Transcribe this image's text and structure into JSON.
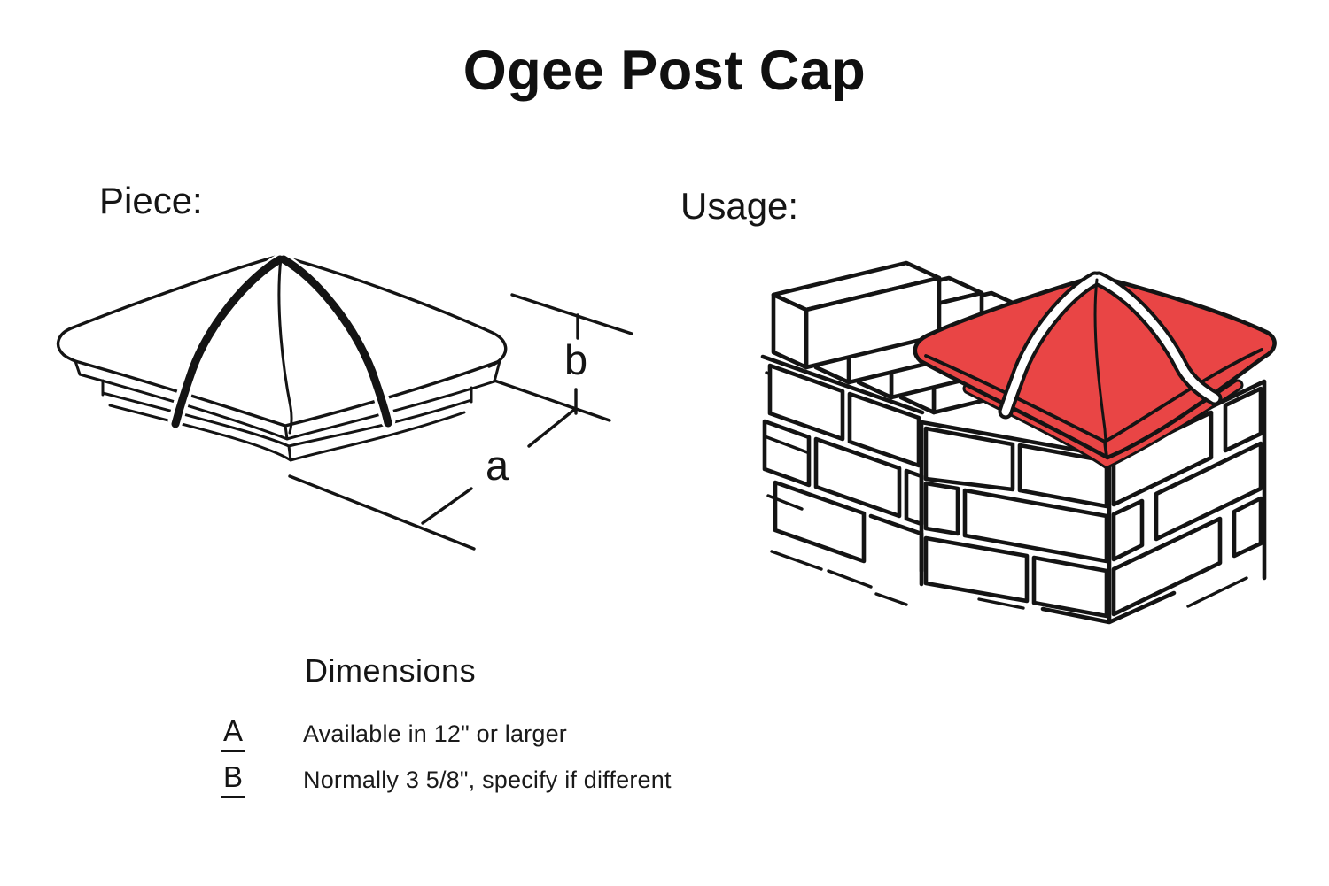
{
  "title": "Ogee Post Cap",
  "piece": {
    "label": "Piece:",
    "dim_width_label": "a",
    "dim_height_label": "b"
  },
  "usage": {
    "label": "Usage:"
  },
  "dimensions": {
    "heading": "Dimensions",
    "rows": [
      {
        "key": "A",
        "desc": "Available in 12\" or larger"
      },
      {
        "key": "B",
        "desc": "Normally 3 5/8\", specify if different"
      }
    ]
  },
  "colors": {
    "cap_red": "#E94545",
    "line": "#141414"
  }
}
